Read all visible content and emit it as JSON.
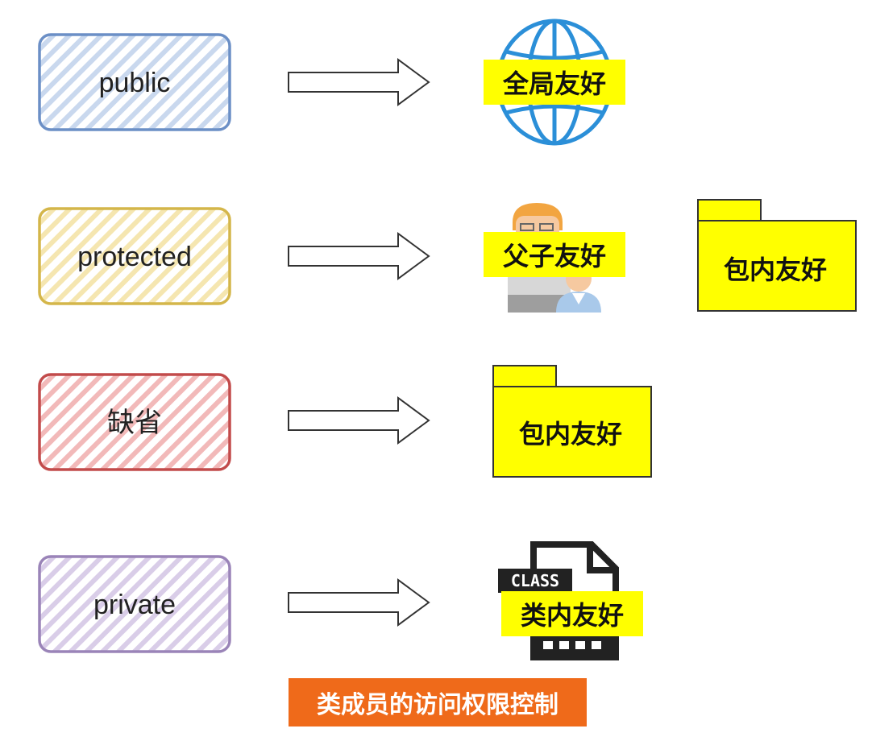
{
  "modifiers": [
    {
      "label": "public",
      "color": "#6b8fc6",
      "fill": "#c9d8ee"
    },
    {
      "label": "protected",
      "color": "#d4b64a",
      "fill": "#f5e6b0"
    },
    {
      "label": "缺省",
      "color": "#c24b4b",
      "fill": "#f2b9b9"
    },
    {
      "label": "private",
      "color": "#9a84b8",
      "fill": "#d9cde8"
    }
  ],
  "scopes": {
    "global": "全局友好",
    "parent_child": "父子友好",
    "package_a": "包内友好",
    "package_b": "包内友好",
    "class_inner": "类内友好"
  },
  "class_icon_text": "CLASS",
  "caption": "类成员的访问权限控制",
  "colors": {
    "highlight": "#ffff00",
    "caption_bg": "#ef6a1a",
    "globe": "#2b8fd8"
  }
}
